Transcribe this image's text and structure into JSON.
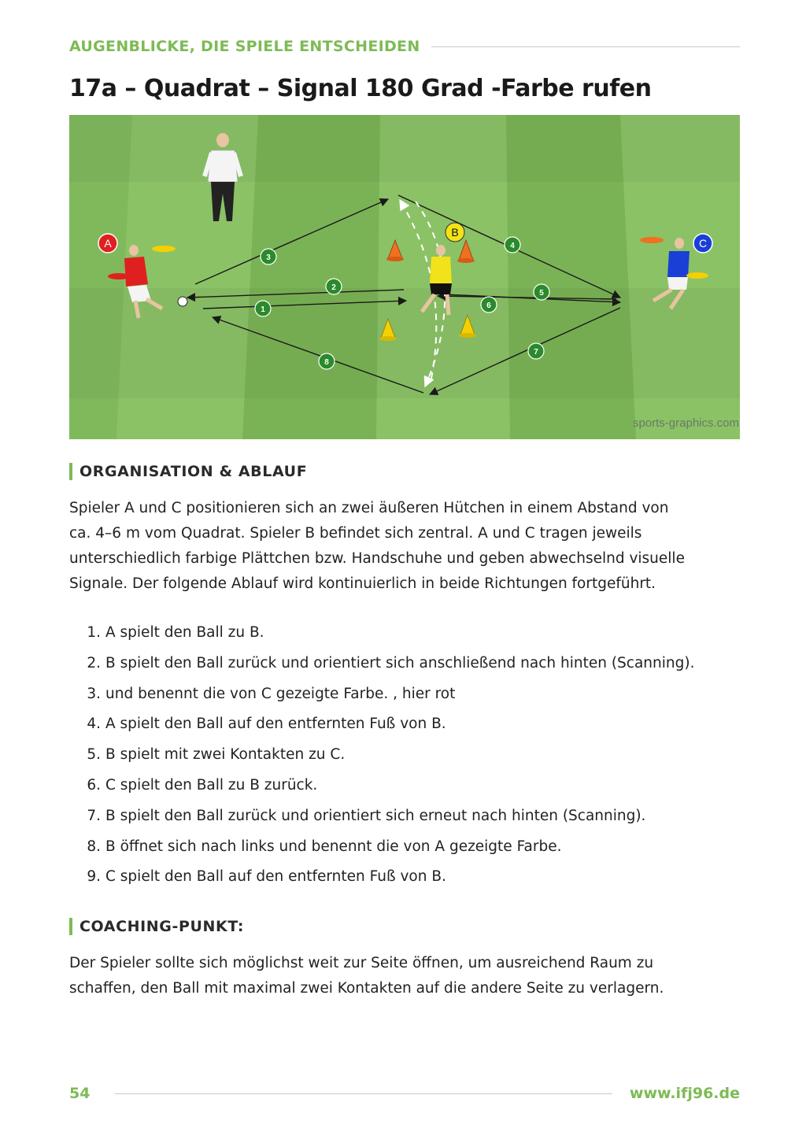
{
  "header": {
    "chapter": "AUGENBLICKE, DIE SPIELE ENTSCHEIDEN",
    "title": "17a – Quadrat – Signal 180 Grad -Farbe rufen"
  },
  "figure": {
    "credit": "sports-graphics.com",
    "players": {
      "a": "A",
      "b": "B",
      "c": "C"
    },
    "pass_labels": [
      "1",
      "2",
      "3",
      "4",
      "5",
      "6",
      "7",
      "8"
    ],
    "colors": {
      "pitch_light": "#8bc266",
      "pitch_dark": "#7ab356",
      "player_a": "#e02020",
      "player_b": "#f2e21a",
      "player_c": "#1a3fd6",
      "marker": "#2b8a2b",
      "cone_orange": "#f07020",
      "cone_yellow": "#f5d000"
    }
  },
  "organisation": {
    "heading": "ORGANISATION & ABLAUF",
    "lines": [
      "Spieler A und C positionieren sich an zwei äußeren Hütchen in einem Abstand von",
      "ca. 4–6 m vom Quadrat. Spieler B befindet sich zentral. A und C tragen jeweils",
      "unterschiedlich farbige Plättchen bzw. Handschuhe und geben abwechselnd visuelle",
      "Signale. Der folgende Ablauf wird kontinuierlich in beide Richtungen fortgeführt."
    ]
  },
  "steps": [
    {
      "num": "1.",
      "text": "A spielt den Ball zu B."
    },
    {
      "num": "2.",
      "text": "B spielt den Ball zurück und orientiert sich anschließend nach hinten (Scanning)."
    },
    {
      "num": "3.",
      "text": "und benennt die von C gezeigte Farbe. , hier rot"
    },
    {
      "num": "4.",
      "text": "A spielt den Ball auf den entfernten Fuß von B."
    },
    {
      "num": "5.",
      "text": "B spielt mit zwei Kontakten zu C."
    },
    {
      "num": "6.",
      "text": "C spielt den Ball zu B zurück."
    },
    {
      "num": "7.",
      "text": "B spielt den Ball zurück und orientiert sich erneut nach hinten (Scanning)."
    },
    {
      "num": "8.",
      "text": "B öffnet sich nach links und benennt die von A gezeigte Farbe."
    },
    {
      "num": "9.",
      "text": "C spielt den Ball auf den entfernten Fuß von B."
    }
  ],
  "coaching": {
    "heading": "COACHING-PUNKT:",
    "lines": [
      "Der Spieler sollte sich möglichst weit zur Seite öffnen, um ausreichend Raum zu",
      "schaffen, den Ball mit maximal zwei Kontakten auf die andere Seite zu verlagern."
    ]
  },
  "footer": {
    "page": "54",
    "site": "www.ifj96.de"
  }
}
